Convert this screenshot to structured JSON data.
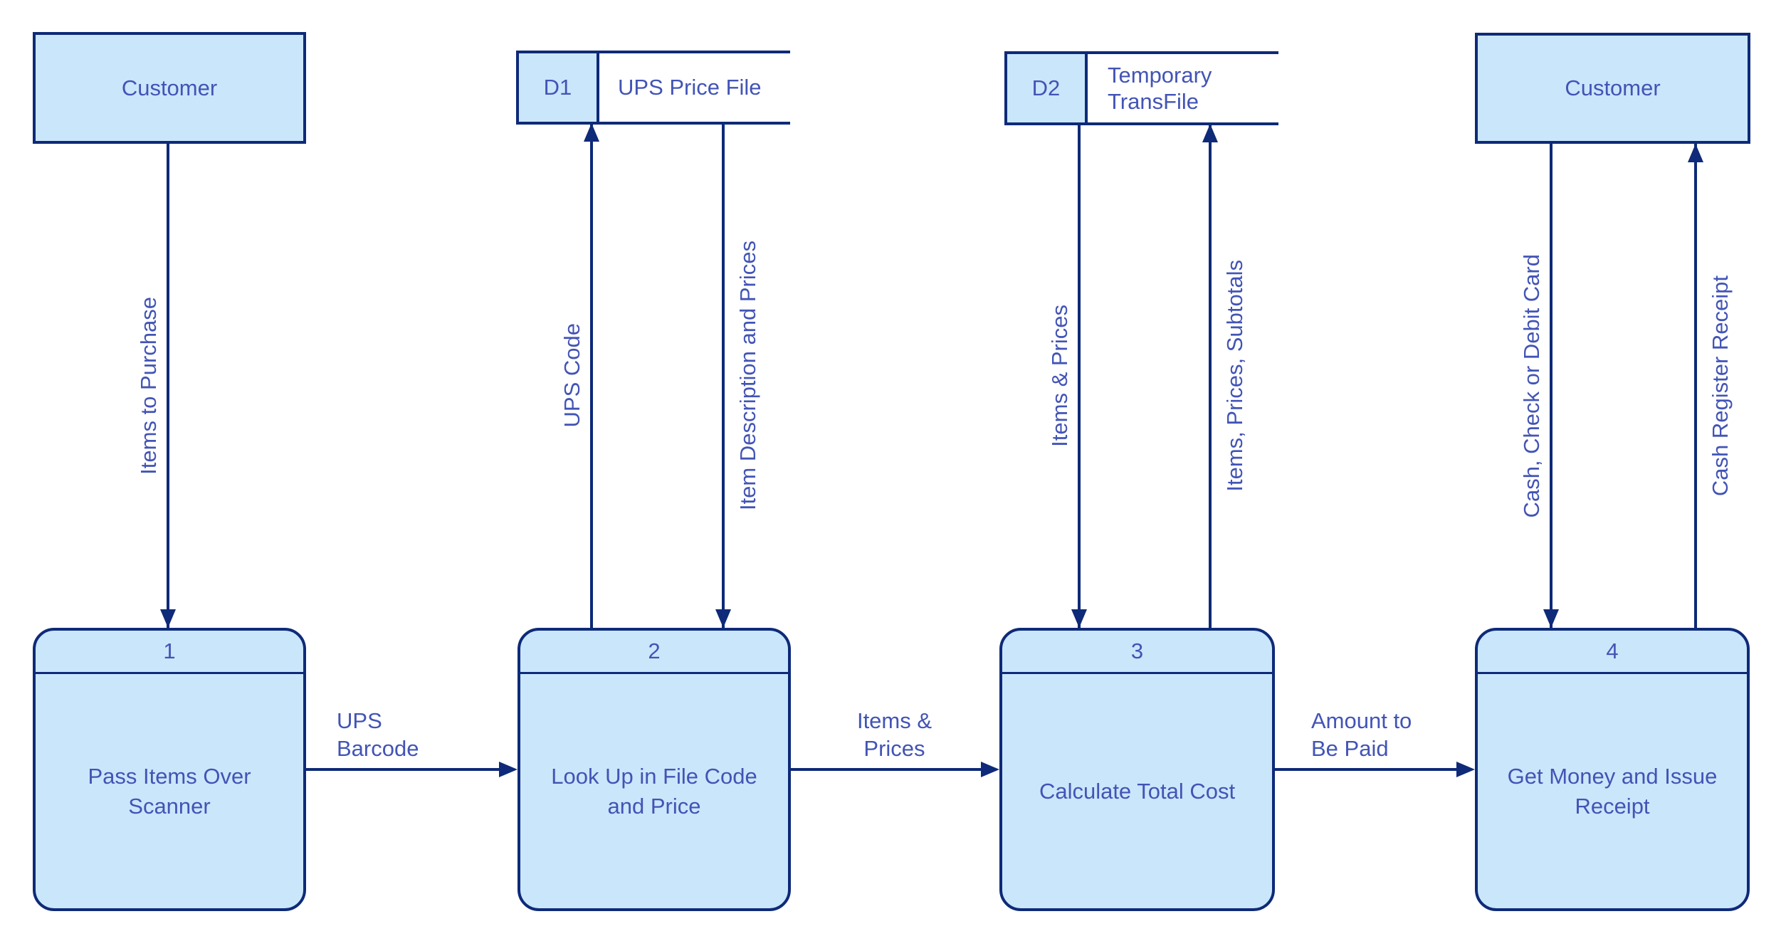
{
  "diagram": {
    "title": "Grocery checkout data flow diagram",
    "colors": {
      "shape_fill": "#cae6fb",
      "shape_border": "#0e2a78",
      "flow_line": "#0e2a78",
      "label_text": "#4254b5",
      "background": "#ffffff"
    },
    "entities": {
      "left": {
        "label": "Customer"
      },
      "right": {
        "label": "Customer"
      }
    },
    "datastores": {
      "d1": {
        "code": "D1",
        "name": "UPS Price File"
      },
      "d2": {
        "code": "D2",
        "name": "Temporary TransFile"
      }
    },
    "processes": {
      "p1": {
        "number": "1",
        "name": "Pass Items Over Scanner"
      },
      "p2": {
        "number": "2",
        "name": "Look Up in File Code and Price"
      },
      "p3": {
        "number": "3",
        "name": "Calculate Total Cost"
      },
      "p4": {
        "number": "4",
        "name": "Get Money and Issue Receipt"
      }
    },
    "flows": {
      "items_to_purchase": {
        "label": "Items to Purchase",
        "from": "Customer (left)",
        "to": "Process 1"
      },
      "ups_barcode": {
        "label": "UPS Barcode",
        "from": "Process 1",
        "to": "Process 2"
      },
      "ups_code": {
        "label": "UPS Code",
        "from": "Process 2",
        "to": "D1"
      },
      "item_description_prices": {
        "label": "Item Description and Prices",
        "from": "D1",
        "to": "Process 2"
      },
      "items_and_prices_h": {
        "label": "Items & Prices",
        "from": "Process 2",
        "to": "Process 3"
      },
      "items_and_prices_v": {
        "label": "Items & Prices",
        "from": "D2",
        "to": "Process 3"
      },
      "items_prices_subtotals": {
        "label": "Items, Prices, Subtotals",
        "from": "Process 3",
        "to": "D2"
      },
      "amount_to_be_paid": {
        "label": "Amount to Be Paid",
        "from": "Process 3",
        "to": "Process 4"
      },
      "cash_check_or_debit_card": {
        "label": "Cash, Check or Debit Card",
        "from": "Customer (right)",
        "to": "Process 4"
      },
      "cash_register_receipt": {
        "label": "Cash Register Receipt",
        "from": "Process 4",
        "to": "Customer (right)"
      }
    }
  }
}
